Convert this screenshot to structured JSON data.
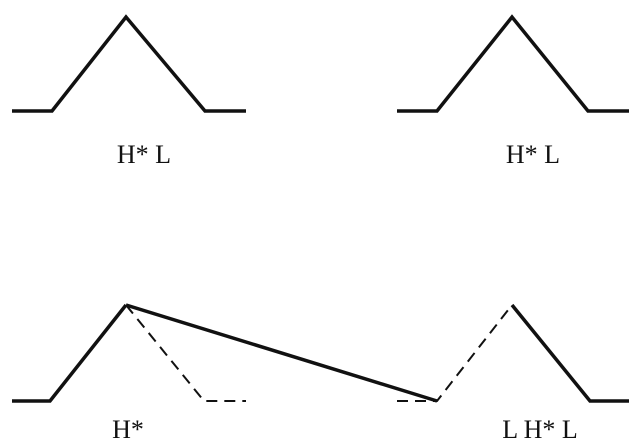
{
  "labels": {
    "top_left": "H* L",
    "top_right": "H* L",
    "bottom_left": "H*",
    "bottom_right": "L H* L"
  },
  "colors": {
    "stroke": "#111111",
    "background": "#ffffff"
  }
}
